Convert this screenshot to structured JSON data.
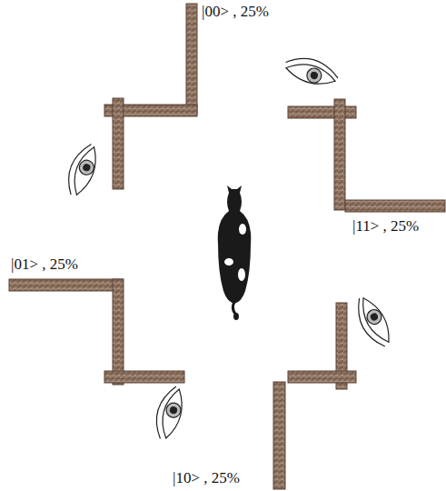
{
  "diagram": {
    "labels": [
      "|00> , 25%",
      "|11> , 25%",
      "|01> , 25%",
      "|10> , 25%"
    ]
  }
}
